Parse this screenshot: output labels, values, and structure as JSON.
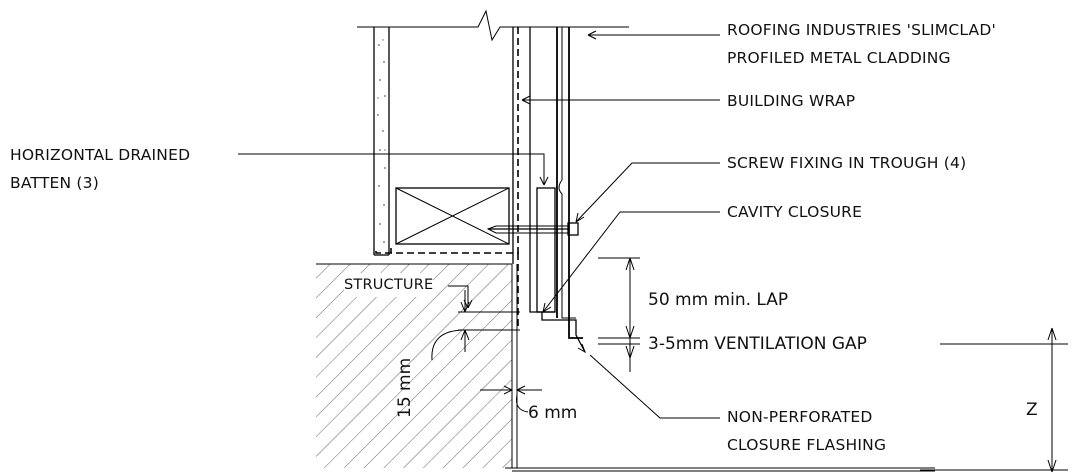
{
  "labels": {
    "cladding_line1": "ROOFING INDUSTRIES 'SLIMCLAD'",
    "cladding_line2": "PROFILED METAL CLADDING",
    "building_wrap": "BUILDING WRAP",
    "screw_fixing": "SCREW FIXING IN TROUGH (4)",
    "cavity_closure": "CAVITY CLOSURE",
    "batten_line1": "HORIZONTAL DRAINED",
    "batten_line2": "BATTEN (3)",
    "structure": "STRUCTURE",
    "flashing_line1": "NON-PERFORATED",
    "flashing_line2": "CLOSURE FLASHING"
  },
  "dimensions": {
    "lap": "50 mm min. LAP",
    "ventilation_gap": "3-5mm VENTILATION GAP",
    "gap_15": "15 mm",
    "gap_6": "6 mm",
    "z": "Z"
  }
}
